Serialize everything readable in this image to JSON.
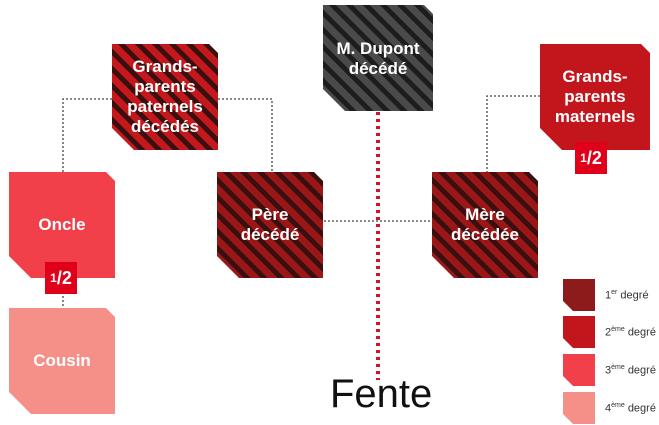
{
  "nodes": {
    "gp_paternels": "Grands-parents paternels décédés",
    "dupont": "M. Dupont décédé",
    "gp_maternels": "Grands-parents maternels",
    "oncle": "Oncle",
    "pere": "Père décédé",
    "mere": "Mère décédée",
    "cousin": "Cousin"
  },
  "fraction": {
    "numerator": "1",
    "denominator": "2"
  },
  "caption": "Fente",
  "legend": [
    {
      "num": "1",
      "sup": "er",
      "word": "degré",
      "color": "#8e1b1b"
    },
    {
      "num": "2",
      "sup": "ème",
      "word": "degré",
      "color": "#c3161c"
    },
    {
      "num": "3",
      "sup": "ème",
      "word": "degré",
      "color": "#f2404a"
    },
    {
      "num": "4",
      "sup": "ème",
      "word": "degré",
      "color": "#f59089"
    }
  ]
}
